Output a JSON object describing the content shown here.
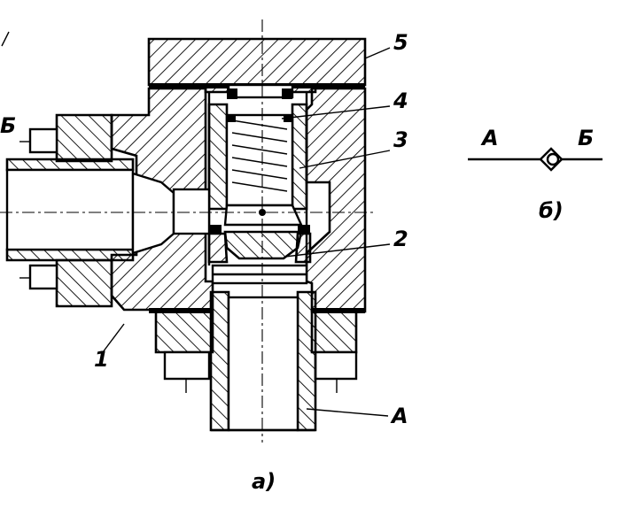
{
  "figure": {
    "part_labels": {
      "p1": "1",
      "p2": "2",
      "p3": "3",
      "p4": "4",
      "p5": "5"
    },
    "port_labels": {
      "inlet": "A",
      "outlet": "Б"
    },
    "sub_captions": {
      "a": "а)",
      "b": "б)"
    },
    "symbol_labels": {
      "left": "A",
      "right": "Б"
    }
  }
}
